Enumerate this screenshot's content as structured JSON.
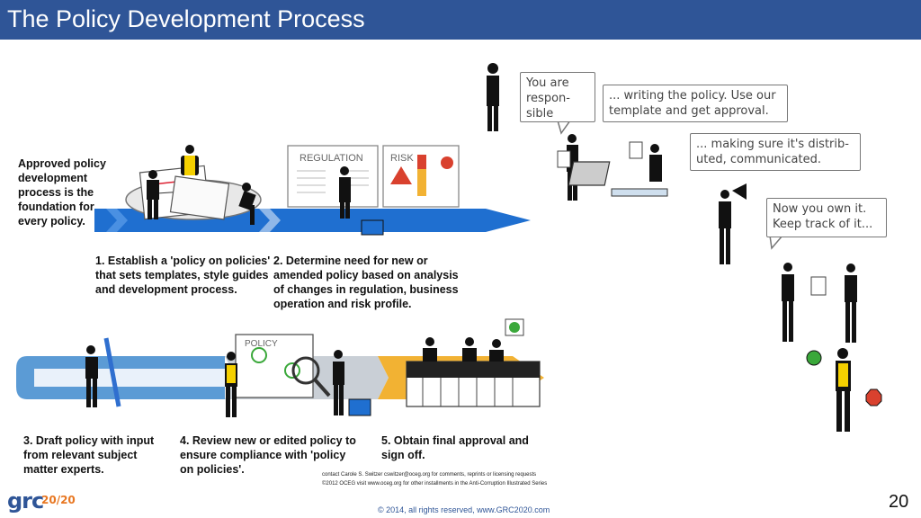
{
  "title": "The Policy Development Process",
  "intro": [
    "Approved policy",
    "development",
    "process is the",
    "foundation for",
    "every policy."
  ],
  "steps": [
    {
      "lines": [
        "1. Establish a 'policy on policies'",
        "that sets templates, style guides",
        "and development process."
      ]
    },
    {
      "lines": [
        "2. Determine need for new or",
        "amended policy based on analysis",
        "of changes in regulation, business",
        "operation and risk profile."
      ]
    },
    {
      "lines": [
        "3. Draft policy with input",
        "from relevant subject",
        "matter experts."
      ]
    },
    {
      "lines": [
        "4. Review new or edited policy to",
        "ensure compliance with 'policy",
        "on policies'."
      ]
    },
    {
      "lines": [
        "5. Obtain final approval and",
        "sign off."
      ]
    }
  ],
  "doc_labels": {
    "regulation": "REGULATION",
    "risk": "RISK",
    "policy": "POLICY"
  },
  "bubbles": {
    "b1": [
      "You are",
      "respon-",
      "sible"
    ],
    "b2": [
      "... writing the policy. Use our",
      "template and get approval."
    ],
    "b3": [
      "... making sure it's distrib-",
      "uted, communicated."
    ],
    "b4": [
      "Now you own it.",
      "Keep track of it..."
    ]
  },
  "contact": [
    "contact Carole S. Switzer cswitzer@oceg.org for comments, reprints or licensing requests",
    "©2012 OCEG  visit www.oceg.org for other installments in the Anti-Corruption Illustrated Series"
  ],
  "logo": {
    "main": "grc",
    "sup": "20/20"
  },
  "copyright": "© 2014, all rights reserved, www.GRC2020.com",
  "page_number": "20",
  "colors": {
    "title_bar": "#2f5597",
    "arrow_blue": "#1f6fd0",
    "arrow_light": "#5b9bd5",
    "arrow_gray": "#c9cfd6",
    "arrow_gold": "#f2b233",
    "vest": "#f5d000",
    "stop_red": "#d9412e",
    "go_green": "#3aa83a"
  }
}
